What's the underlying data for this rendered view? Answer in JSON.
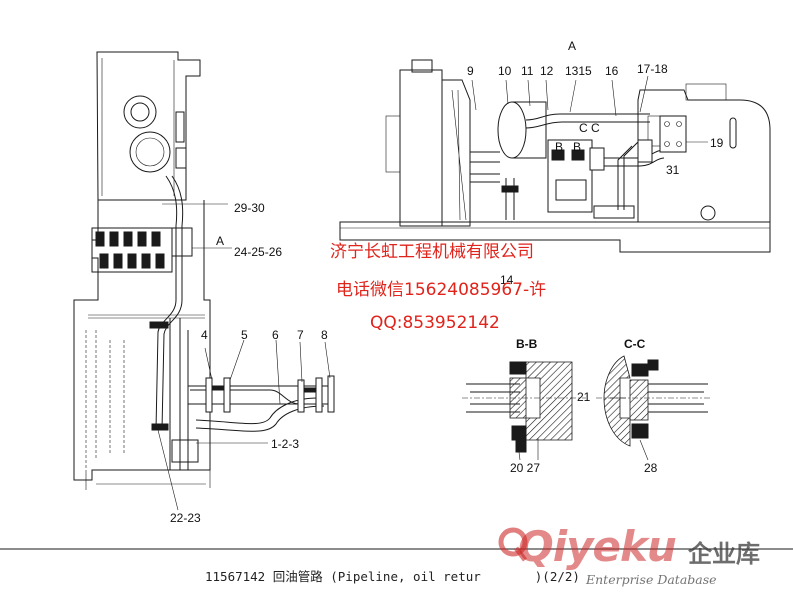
{
  "view_labels": {
    "view_a_top": "A",
    "view_a_side": "A",
    "label_b1": "B",
    "label_b2": "B",
    "label_c1": "C",
    "label_c2": "C"
  },
  "callouts": {
    "c9": "9",
    "c10": "10",
    "c11": "11",
    "c12": "12",
    "c13_15": "1315",
    "c16": "16",
    "c17_18": "17-18",
    "c19": "19",
    "c31": "31",
    "c29_30": "29-30",
    "c24_25_26": "24-25-26",
    "c14": "14",
    "c4": "4",
    "c5": "5",
    "c6": "6",
    "c7": "7",
    "c8": "8",
    "c1_2_3": "1-2-3",
    "c22_23": "22-23",
    "c21": "21",
    "c20_27": "20 27",
    "c28": "28"
  },
  "sections": {
    "bb": "B-B",
    "cc": "C-C"
  },
  "watermark": {
    "company": "济宁长虹工程机械有限公司",
    "phone": "电话微信15624085967-许",
    "qq": "QQ:853952142"
  },
  "caption": "11567142 回油管路 (Pipeline, oil retur",
  "caption_tail": ")(2/2)",
  "logo": {
    "brand": "Qiyeku",
    "brand_cn": "企业库",
    "tagline": "Enterprise Database",
    "icon": "qiyeku-logo-icon"
  }
}
